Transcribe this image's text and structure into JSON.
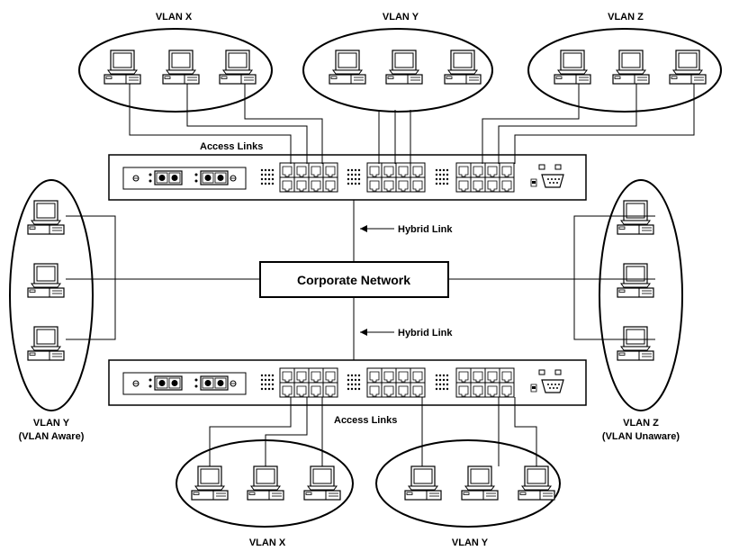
{
  "labels": {
    "top_vlan_x": "VLAN X",
    "top_vlan_y": "VLAN Y",
    "top_vlan_z": "VLAN Z",
    "access_links_top": "Access Links",
    "access_links_bottom": "Access Links",
    "hybrid_link_top": "Hybrid Link",
    "hybrid_link_bottom": "Hybrid Link",
    "corporate_network": "Corporate Network",
    "left_vlan_name": "VLAN Y",
    "left_vlan_note": "(VLAN Aware)",
    "right_vlan_name": "VLAN Z",
    "right_vlan_note": "(VLAN Unaware)",
    "bottom_vlan_x": "VLAN X",
    "bottom_vlan_y": "VLAN Y"
  }
}
